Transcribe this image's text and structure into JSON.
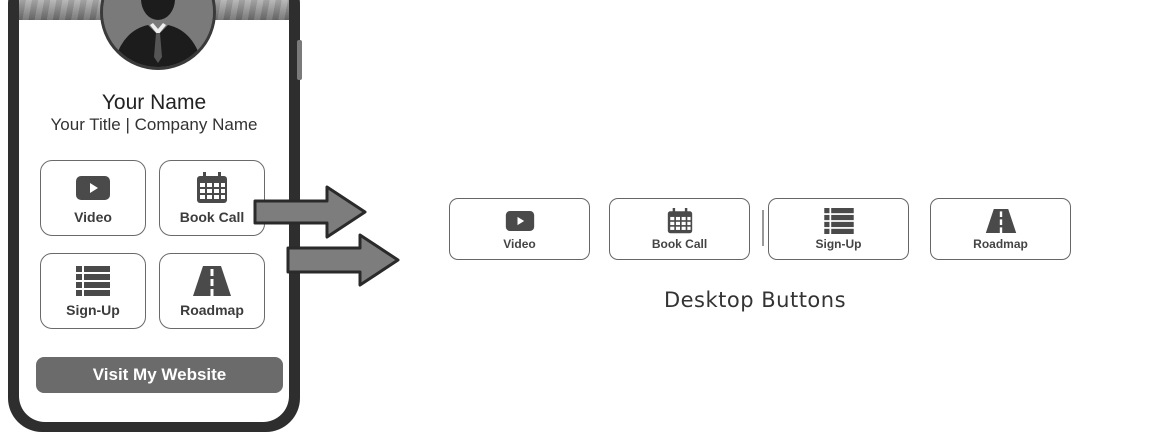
{
  "profile": {
    "name": "Your Name",
    "title": "Your Title | Company Name"
  },
  "mobile_buttons": [
    {
      "label": "Video",
      "icon": "video-play-icon"
    },
    {
      "label": "Book Call",
      "icon": "calendar-icon"
    },
    {
      "label": "Sign-Up",
      "icon": "list-icon"
    },
    {
      "label": "Roadmap",
      "icon": "road-icon"
    }
  ],
  "visit_button": {
    "label": "Visit My Website"
  },
  "desktop_buttons": [
    {
      "label": "Video",
      "icon": "video-play-icon"
    },
    {
      "label": "Book Call",
      "icon": "calendar-icon"
    },
    {
      "label": "Sign-Up",
      "icon": "list-icon"
    },
    {
      "label": "Roadmap",
      "icon": "road-icon"
    }
  ],
  "caption": "Desktop Buttons",
  "colors": {
    "button_border": "#666666",
    "icon_fill": "#4a4a4a",
    "visit_bg": "#6b6b6b",
    "arrow_fill": "#7d7d7d"
  }
}
